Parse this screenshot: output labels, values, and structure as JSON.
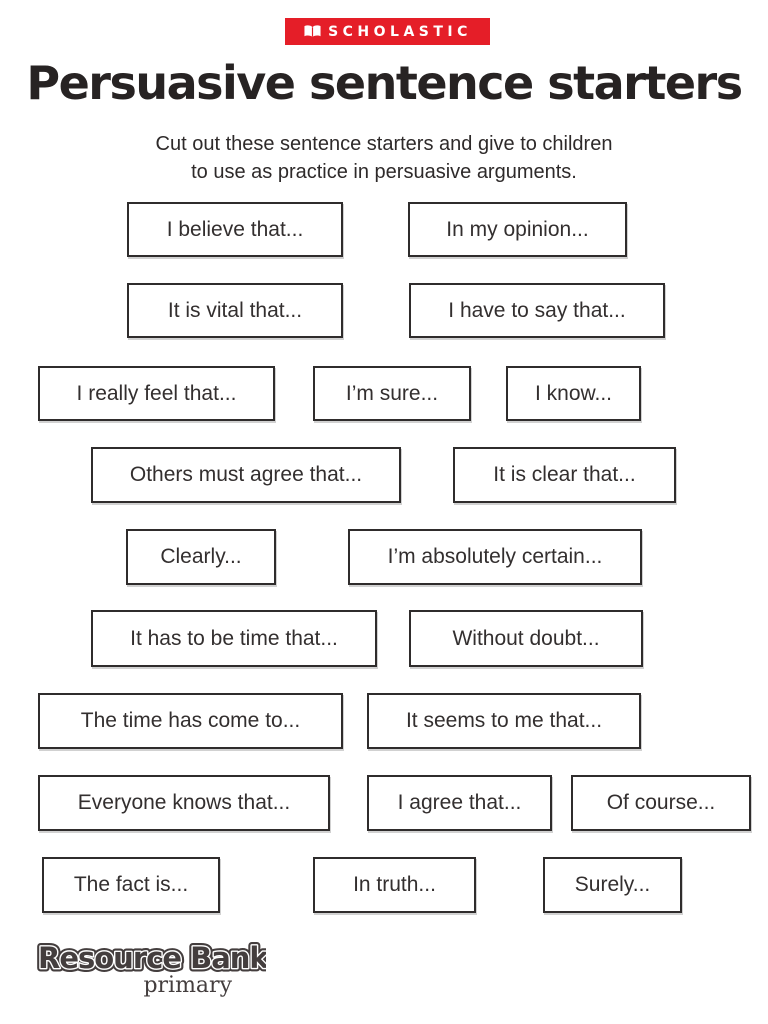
{
  "brand": {
    "logo_text": "SCHOLASTIC",
    "logo_bg_color": "#e51e28",
    "book_icon": "open-book-icon"
  },
  "header": {
    "title": "Persuasive sentence starters",
    "subtitle_line1": "Cut out these sentence starters and give to children",
    "subtitle_line2": "to use as practice in persuasive arguments."
  },
  "cards": [
    {
      "label": "I believe that..."
    },
    {
      "label": "In my opinion..."
    },
    {
      "label": "It is vital that..."
    },
    {
      "label": "I have to say that..."
    },
    {
      "label": "I really feel that..."
    },
    {
      "label": "I’m sure..."
    },
    {
      "label": "I know..."
    },
    {
      "label": "Others must agree that..."
    },
    {
      "label": "It is clear that..."
    },
    {
      "label": "Clearly..."
    },
    {
      "label": "I’m absolutely certain..."
    },
    {
      "label": "It has to be time that..."
    },
    {
      "label": "Without doubt..."
    },
    {
      "label": "The time has come to..."
    },
    {
      "label": "It seems to me that..."
    },
    {
      "label": "Everyone knows that..."
    },
    {
      "label": "I agree that..."
    },
    {
      "label": "Of course..."
    },
    {
      "label": "The fact is..."
    },
    {
      "label": "In truth..."
    },
    {
      "label": "Surely..."
    }
  ],
  "footer": {
    "logo_main": "Resource Bank",
    "logo_sub": "primary"
  },
  "colors": {
    "scholastic_red": "#e51e28",
    "title_text": "#272323",
    "card_border": "#2f2c2c",
    "card_text": "#332f2f",
    "footer_logo": "#443e3e"
  }
}
